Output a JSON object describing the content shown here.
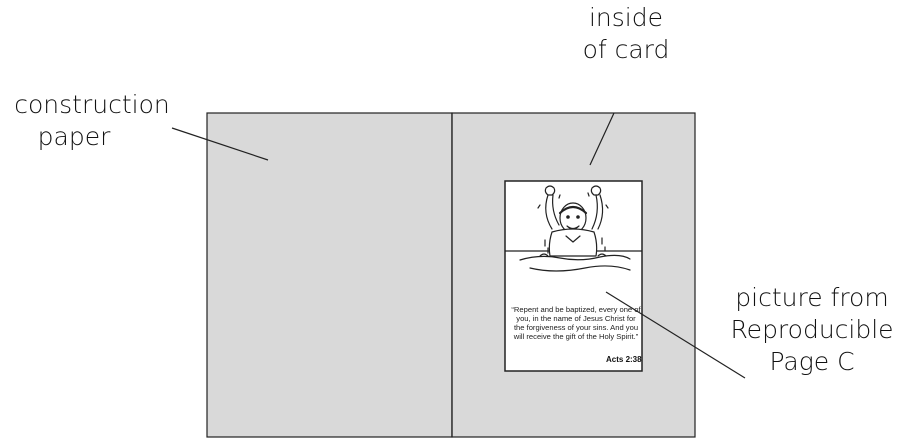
{
  "labels": {
    "construction_paper": [
      "construction",
      "paper"
    ],
    "inside_of_card": [
      "inside",
      "of card"
    ],
    "picture_from": [
      "picture from",
      "Reproducible",
      "Page C"
    ]
  },
  "card": {
    "verse": "“Repent and be baptized, every one of you, in the name of Jesus Christ for the forgiveness of your sins. And you will receive the gift of the Holy Spirit.”",
    "reference": "Acts 2:38"
  },
  "colors": {
    "paper": "#d9d9d9",
    "line": "#222222",
    "picture_bg": "#ffffff"
  }
}
